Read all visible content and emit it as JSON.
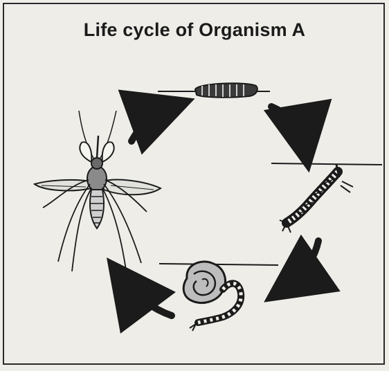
{
  "title": "Life cycle of Organism A",
  "stages": [
    {
      "name": "egg raft"
    },
    {
      "name": "larva"
    },
    {
      "name": "pupa"
    },
    {
      "name": "adult"
    }
  ],
  "colors": {
    "ink": "#1b1b1b",
    "paper": "#eeede8"
  }
}
